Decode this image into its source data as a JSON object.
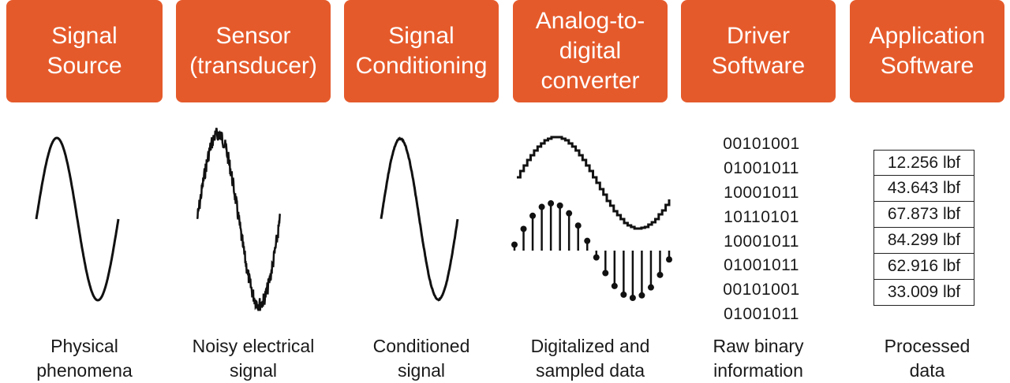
{
  "colors": {
    "box_fill": "#e55a2b",
    "box_text": "#ffffff",
    "line": "#111111"
  },
  "stages": [
    {
      "title": "Signal\nSource",
      "caption": "Physical\nphenomena"
    },
    {
      "title": "Sensor\n(transducer)",
      "caption": "Noisy electrical\nsignal"
    },
    {
      "title": "Signal\nConditioning",
      "caption": "Conditioned\nsignal"
    },
    {
      "title": "Analog-to-\ndigital\nconverter",
      "caption": "Digitalized and\nsampled data"
    },
    {
      "title": "Driver\nSoftware",
      "caption": "Raw binary\ninformation"
    },
    {
      "title": "Application\nSoftware",
      "caption": "Processed\ndata"
    }
  ],
  "binary": [
    "00101001",
    "01001011",
    "10001011",
    "10110101",
    "10001011",
    "01001011",
    "00101001",
    "01001011"
  ],
  "processed": [
    "12.256 lbf",
    "43.643 lbf",
    "67.873 lbf",
    "84.299 lbf",
    "62.916 lbf",
    "33.009 lbf"
  ]
}
